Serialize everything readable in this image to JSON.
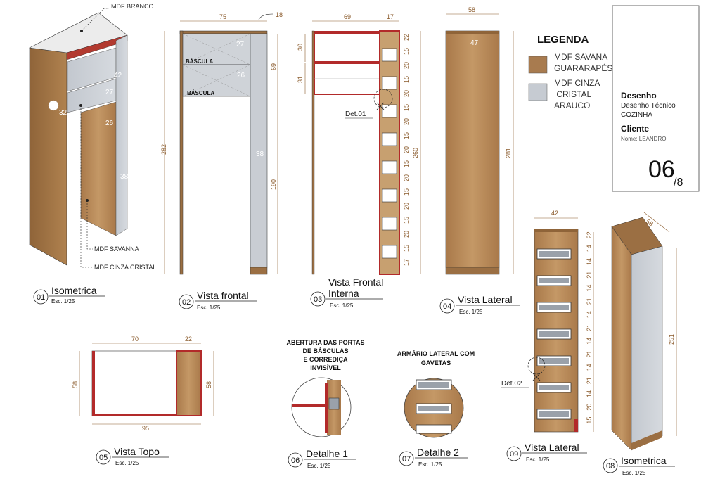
{
  "legend": {
    "title": "LEGENDA",
    "items": [
      {
        "lines": [
          "MDF SAVANA",
          "GUARARAPÉS"
        ],
        "color": "#a87b4f"
      },
      {
        "lines": [
          "MDF CINZA",
          " CRISTAL",
          "ARAUCO"
        ],
        "color": "#c6cbd2"
      }
    ]
  },
  "title_block": {
    "desenho_label": "Desenho",
    "desenho_value1": "Desenho Técnico",
    "desenho_value2": "COZINHA",
    "cliente_label": "Cliente",
    "cliente_value": "Nome: LEANDRO",
    "sheet": "06",
    "total": "/8"
  },
  "materials": {
    "branco": "MDF BRANCO",
    "savanna": "MDF SAVANNA",
    "cinza": "MDF CINZA CRISTAL"
  },
  "views": {
    "v01": {
      "no": "01",
      "title": "Isometrica",
      "scale": "Esc. 1/25"
    },
    "v02": {
      "no": "02",
      "title": "Vista frontal",
      "scale": "Esc. 1/25"
    },
    "v03": {
      "no": "03",
      "title1": "Vista Frontal",
      "title2": "Interna",
      "scale": "Esc. 1/25"
    },
    "v04": {
      "no": "04",
      "title": "Vista Lateral",
      "scale": "Esc. 1/25"
    },
    "v05": {
      "no": "05",
      "title": "Vista Topo",
      "scale": "Esc. 1/25"
    },
    "v06": {
      "no": "06",
      "title": "Detalhe 1",
      "scale": "Esc. 1/25"
    },
    "v07": {
      "no": "07",
      "title": "Detalhe 2",
      "scale": "Esc. 1/25"
    },
    "v08": {
      "no": "08",
      "title": "Isometrica",
      "scale": "Esc. 1/25"
    },
    "v09": {
      "no": "09",
      "title": "Vista Lateral",
      "scale": "Esc. 1/25"
    }
  },
  "iso01_numbers": {
    "n42": "42",
    "n27": "27",
    "n32": "32",
    "n26": "26",
    "n38": "38"
  },
  "front02": {
    "w75": "75",
    "w18": "18",
    "h282": "282",
    "h69": "69",
    "h190": "190",
    "bascula1": "BÁSCULA",
    "bascula2": "BÁSCULA",
    "n27": "27",
    "n26": "26",
    "n38": "38"
  },
  "front03": {
    "w69": "69",
    "w17": "17",
    "h30": "30",
    "h31": "31",
    "h260": "260",
    "det": "Det.01",
    "drawer_dims": [
      "22",
      "15",
      "20",
      "15",
      "20",
      "15",
      "20",
      "15",
      "20",
      "15",
      "20",
      "15",
      "20",
      "15",
      "20",
      "15",
      "17"
    ]
  },
  "side04": {
    "w58": "58",
    "h281": "281",
    "n47": "47"
  },
  "side09": {
    "w42": "42",
    "det": "Det.02",
    "drawer_dims": [
      "22",
      "14",
      "14",
      "21",
      "14",
      "21",
      "14",
      "21",
      "14",
      "21",
      "14",
      "21",
      "14",
      "20",
      "15"
    ]
  },
  "iso08": {
    "w58": "58",
    "h251": "251"
  },
  "top05": {
    "w70": "70",
    "w22": "22",
    "w95": "95",
    "h58a": "58",
    "h58b": "58"
  },
  "notes": {
    "d1": [
      "ABERTURA DAS PORTAS",
      "DE BÁSCULAS",
      "E CORREDIÇA",
      "INVISÍVEL"
    ],
    "d2": [
      "ARMÁRIO LATERAL COM",
      "GAVETAS"
    ]
  }
}
